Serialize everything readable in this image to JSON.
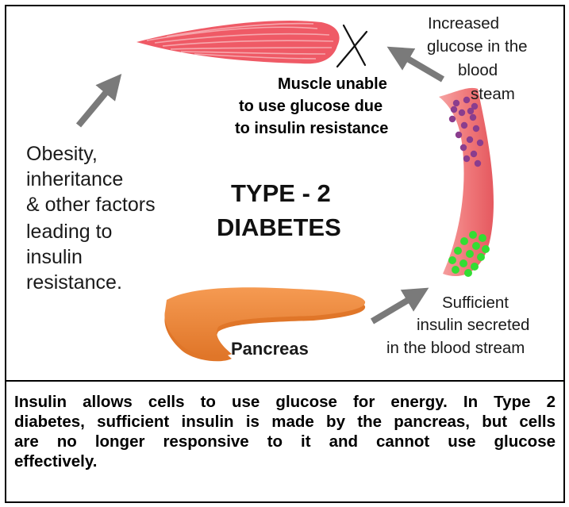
{
  "diagram": {
    "title_line1": "TYPE - 2",
    "title_line2": "DIABETES",
    "muscle_label": [
      "Muscle unable",
      "to use glucose due",
      "to insulin resistance"
    ],
    "glucose_label": [
      "Increased",
      "glucose in the",
      "blood",
      "steam"
    ],
    "factors_label": [
      "Obesity,",
      "inheritance",
      "& other factors",
      "leading to",
      "insulin",
      "resistance."
    ],
    "insulin_label": [
      "Sufficient",
      "insulin secreted",
      "in the blood stream"
    ],
    "pancreas_label": "Pancreas",
    "colors": {
      "muscle": "#ef5a66",
      "vessel": "#f07a7c",
      "pancreas": "#f08a3c",
      "glucose": "#8a3d8e",
      "insulin": "#33dd33",
      "arrow": "#7a7a7a"
    }
  },
  "caption": {
    "lines": [
      "Insulin allows cells to use glucose for energy. In Type 2",
      "diabetes, sufficient insulin is made by the pancreas, but cells",
      "are no longer responsive to it and cannot use glucose",
      "effectively."
    ]
  }
}
